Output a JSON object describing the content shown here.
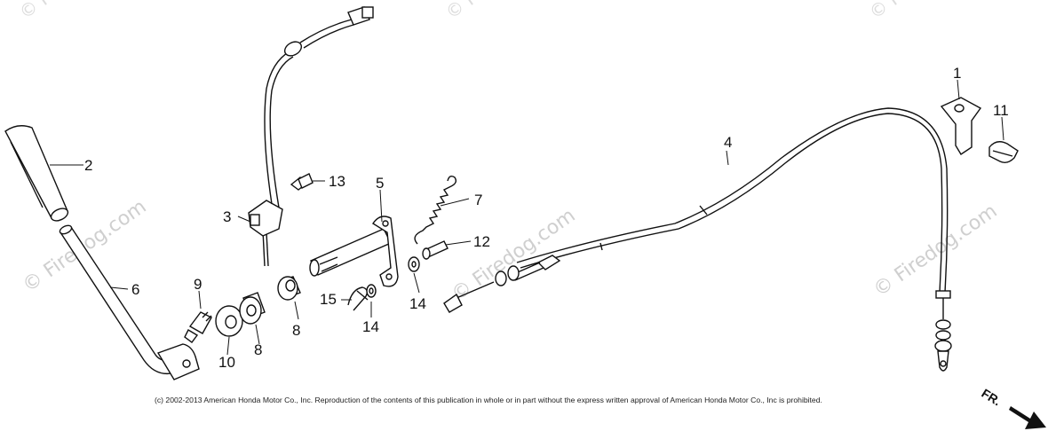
{
  "watermarks": {
    "brand": "© Firedog.com",
    "corner": "© Firedog"
  },
  "callouts": [
    "1",
    "2",
    "3",
    "4",
    "5",
    "6",
    "7",
    "8",
    "9",
    "10",
    "11",
    "12",
    "13",
    "14",
    "15"
  ],
  "copyright": "(c) 2002-2013 American Honda Motor Co., Inc. Reproduction of the contents of this publication in whole or in part without the express written approval of American Honda Motor Co., Inc is prohibited.",
  "direction_label": "FR."
}
